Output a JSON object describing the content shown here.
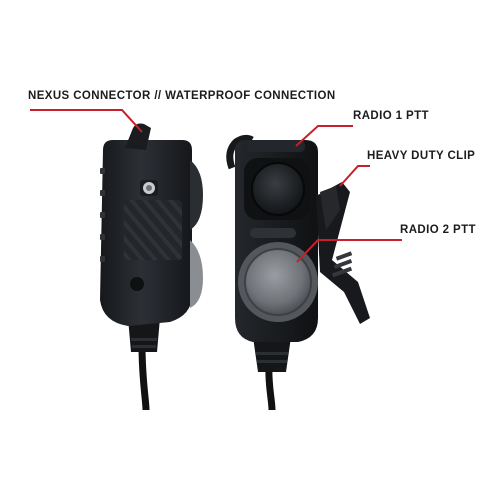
{
  "callouts": {
    "nexus": "NEXUS CONNECTOR // WATERPROOF CONNECTION",
    "radio1": "RADIO 1 PTT",
    "clip": "HEAVY DUTY CLIP",
    "radio2": "RADIO 2 PTT"
  },
  "colors": {
    "leader_line": "#c8202a",
    "housing": "#1f2226",
    "housing_highlight": "#3a3e44",
    "button_grey": "#7d8186",
    "background": "#ffffff"
  }
}
